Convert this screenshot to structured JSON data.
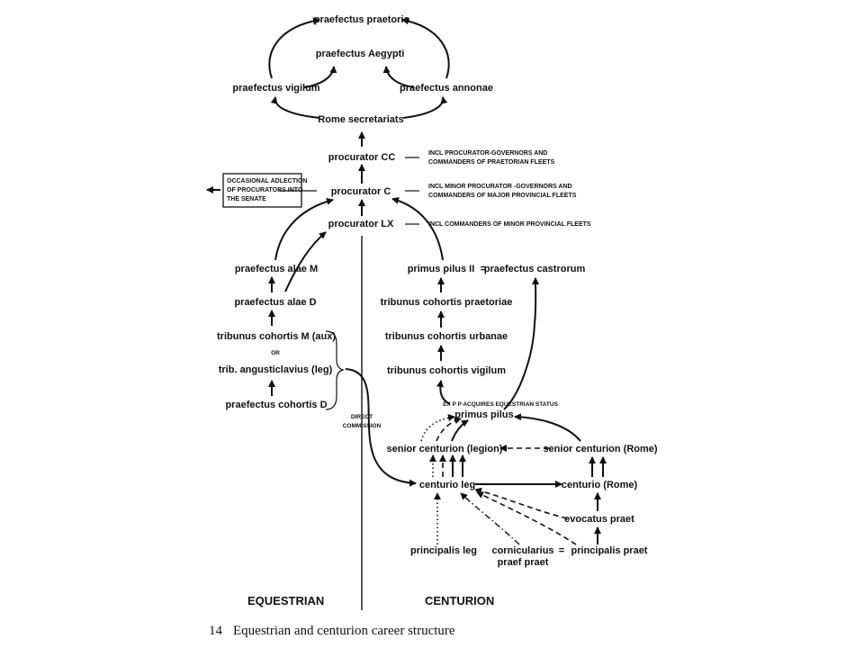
{
  "nodes": {
    "praefectus_praetorio": "praefectus praetorio",
    "praefectus_aegypti": "praefectus Aegypti",
    "praefectus_vigilum": "praefectus vigilum",
    "praefectus_annonae": "praefectus annonae",
    "rome_secretariats": "Rome secretariats",
    "procurator_cc": "procurator CC",
    "procurator_c": "procurator C",
    "procurator_lx": "procurator LX",
    "praefectus_alae_m": "praefectus alae M",
    "praefectus_alae_d": "praefectus alae D",
    "tribunus_cohortis_m": "tribunus cohortis M (aux)",
    "or": "OR",
    "trib_angusticlavius": "trib. angusticlavius (leg)",
    "praefectus_cohortis_d": "praefectus cohortis D",
    "primus_pilus_ii": "primus pilus II",
    "equals_1": "=",
    "praefectus_castrorum": "praefectus castrorum",
    "tribunus_praetoriae": "tribunus cohortis praetoriae",
    "tribunus_urbanae": "tribunus cohortis urbanae",
    "tribunus_vigilum": "tribunus cohortis vigilum",
    "ex_pp": "EX P P ACQUIRES EQUESTRIAN STATUS",
    "primus_pilus": "primus pilus",
    "senior_centurion_legion": "senior centurion (legion)",
    "senior_centurion_rome": "senior centurion (Rome)",
    "centurio_leg": "centurio leg",
    "centurio_rome": "centurio (Rome)",
    "evocatus_praet": "evocatus praet",
    "principalis_leg": "principalis leg",
    "cornicularius": "cornicularius",
    "praef_praet": "praef praet",
    "equals_2": "=",
    "principalis_praet": "principalis praet",
    "direct": "DIRECT",
    "commission": "COMMISSION"
  },
  "notes": {
    "cc_line1": "INCL PROCURATOR-GOVERNORS AND",
    "cc_line2": "COMMANDERS OF PRAETORIAN FLEETS",
    "c_line1": "INCL MINOR PROCURATOR -GOVERNORS AND",
    "c_line2": "COMMANDERS OF  MAJOR PROVINCIAL FLEETS",
    "lx_line1": "INCL COMMANDERS OF MINOR PROVINCIAL FLEETS",
    "adlection_line1": "OCCASIONAL ADLECTION",
    "adlection_line2": "OF PROCURATORS INTO",
    "adlection_line3": "THE SENATE"
  },
  "columns": {
    "equestrian": "EQUESTRIAN",
    "centurion": "CENTURION"
  },
  "caption": {
    "number": "14",
    "text": "Equestrian and centurion career structure"
  }
}
